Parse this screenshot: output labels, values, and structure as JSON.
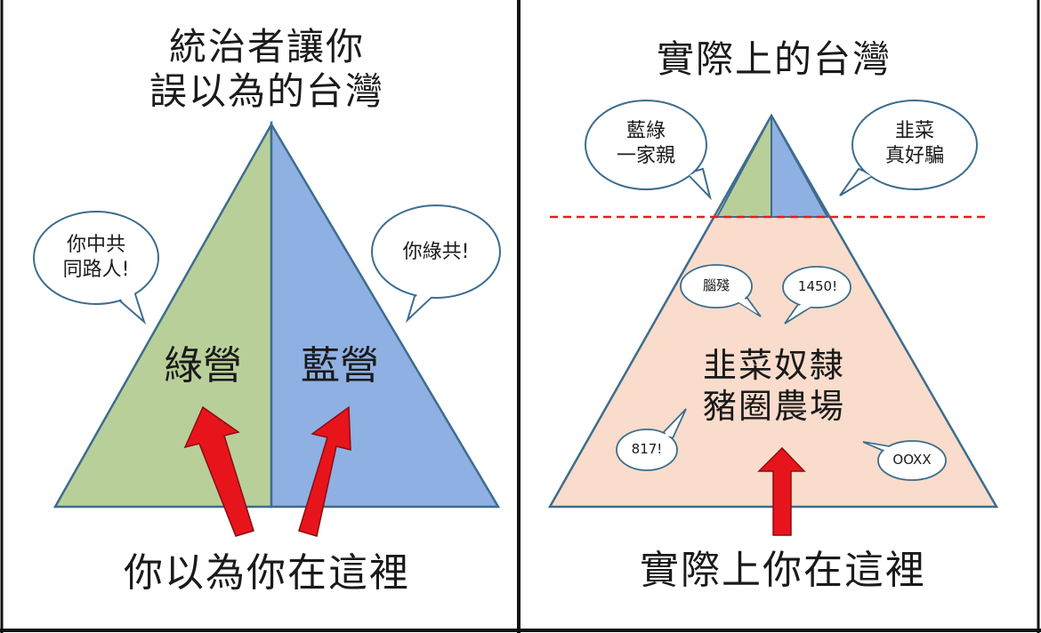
{
  "left_panel": {
    "title_line1": "統治者讓你",
    "title_line2": "誤以為的台灣",
    "green_label": "綠營",
    "blue_label": "藍營",
    "bubble_left_line1": "你中共",
    "bubble_left_line2": "同路人!",
    "bubble_right": "你綠共!",
    "bottom_text": "你以為你在這裡",
    "colors": {
      "green": "#b9cf9a",
      "blue": "#8fb0e2",
      "arrow": "#e8141b"
    }
  },
  "right_panel": {
    "title": "實際上的台灣",
    "bubble_top_left_line1": "藍綠",
    "bubble_top_left_line2": "一家親",
    "bubble_top_right_line1": "韭菜",
    "bubble_top_right_line2": "真好騙",
    "bubble_naocan": "腦殘",
    "bubble_1450": "1450!",
    "bubble_817": "817!",
    "bubble_ooxx": "OOXX",
    "center_line1": "韭菜奴隸",
    "center_line2": "豬圈農場",
    "bottom_text": "實際上你在這裡",
    "colors": {
      "base": "#f9dccb",
      "dashed_line": "#e02020"
    }
  }
}
